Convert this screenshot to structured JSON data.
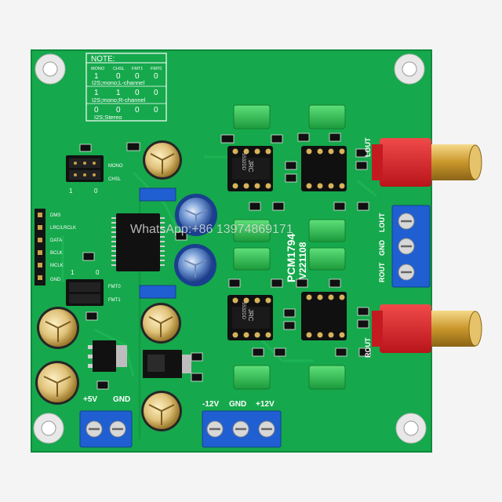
{
  "note": {
    "title": "NOTE:",
    "headers": [
      "MONO",
      "CHSL",
      "FMT1",
      "FMT0"
    ],
    "rows": [
      {
        "values": [
          "1",
          "0",
          "0",
          "0"
        ],
        "mode": "I2S;mono;L-channel"
      },
      {
        "values": [
          "1",
          "1",
          "0",
          "0"
        ],
        "mode": "I2S;mono;R-channel"
      },
      {
        "values": [
          "0",
          "0",
          "0",
          "0"
        ],
        "mode": "I2S;Stereo"
      }
    ]
  },
  "jumpers": {
    "mono": "MONO",
    "chsl": "CHSL",
    "fmt0": "FMT0",
    "fmt1": "FMT1",
    "one": "1",
    "zero": "0"
  },
  "header_pins": [
    "DMS",
    "LRC/LRCLK",
    "DATA",
    "BCLK",
    "MCLK",
    "GND"
  ],
  "chip": {
    "name": "PCM1794",
    "version": "V221108"
  },
  "opamp": {
    "brand": "JRC",
    "part": "5532DD",
    "code": "E65EA"
  },
  "watermark": "WhatsApp:+86 13974869171",
  "outputs": {
    "lout_top": "LOUT",
    "rout_bottom": "ROUT",
    "terminal_labels": [
      "ROUT",
      "GND",
      "LOUT"
    ]
  },
  "power": {
    "left_terminal": [
      "+5V",
      "GND"
    ],
    "right_terminal": [
      "-12V",
      "GND",
      "+12V"
    ]
  },
  "colors": {
    "pcb": "#16a84c",
    "pcb_dark": "#0f8a3a",
    "silkscreen": "#ffffff",
    "terminal_blue": "#1f5fd1",
    "rca_red": "#e0262b",
    "gold": "#d8a93a",
    "film_cap_green": "#27c04b"
  }
}
